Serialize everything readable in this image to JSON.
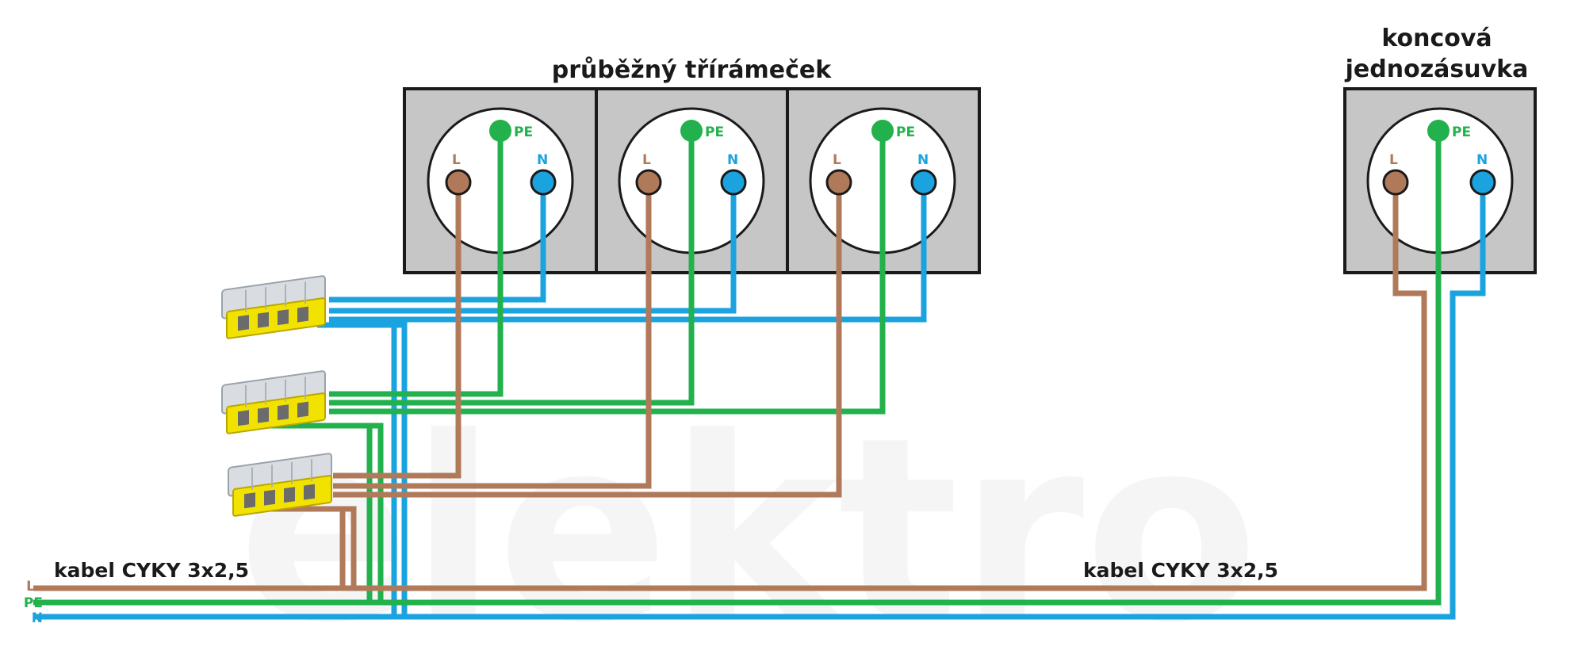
{
  "labels": {
    "frame_title": "průběžný třírámeček",
    "end_socket_title_line1": "koncová",
    "end_socket_title_line2": "jednozásuvka",
    "cable_left": "kabel CYKY 3x2,5",
    "cable_right": "kabel CYKY 3x2,5",
    "term_l": "L",
    "term_pe": "PE",
    "term_n": "N"
  },
  "wire_colors": {
    "L": "#b07a5a",
    "PE": "#22b14c",
    "N": "#1ba3e0"
  },
  "frame_colors": {
    "plate": "#c6c6c6",
    "outline": "#1a1a1a",
    "connector_body": "#f2e200",
    "connector_cap": "#d9dde2"
  }
}
